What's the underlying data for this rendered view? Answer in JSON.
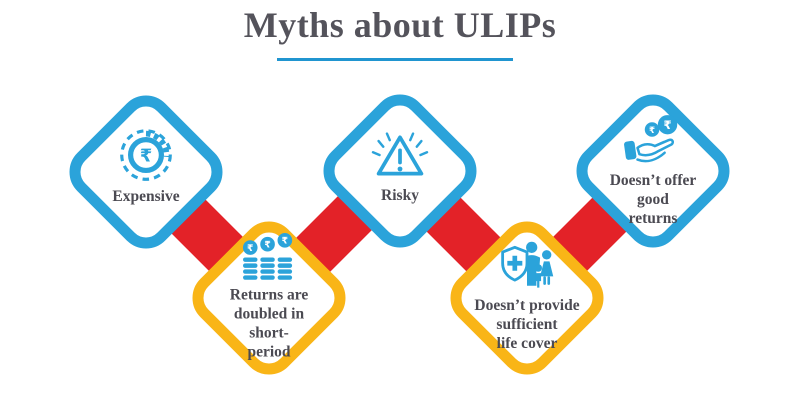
{
  "title": {
    "text": "Myths about ULIPs"
  },
  "accent_colors": {
    "frame_blue": "#2BA3DA",
    "frame_yellow": "#F9B517",
    "connector_red": "#E32228",
    "underline_blue": "#2095D0",
    "title_text": "#54535B",
    "label_text": "#4B4A52"
  },
  "myths": [
    {
      "label": "Expensive",
      "icon": "rupee-coin-icon",
      "frame": "blue"
    },
    {
      "label": "Returns are\ndoubled in\nshort-\nperiod",
      "icon": "coin-stacks-icon",
      "frame": "yellow"
    },
    {
      "label": "Risky",
      "icon": "warning-triangle-icon",
      "frame": "blue"
    },
    {
      "label": "Doesn’t provide\nsufficient\nlife cover",
      "icon": "shield-family-icon",
      "frame": "yellow"
    },
    {
      "label": "Doesn’t offer\ngood\nreturns",
      "icon": "hand-coins-icon",
      "frame": "blue"
    }
  ]
}
